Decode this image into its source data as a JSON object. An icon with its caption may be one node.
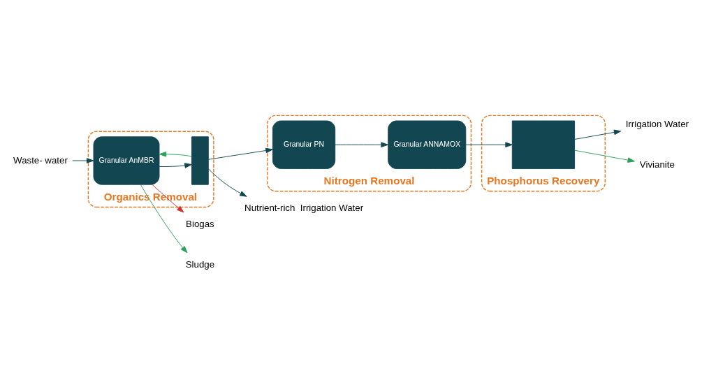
{
  "diagram": {
    "nodes": [
      {
        "text": [
          "Organics Removal"
        ]
      },
      {
        "text": [
          "Granular AnMBR"
        ],
        "in": 0
      },
      {
        "text": [],
        "shape": "box",
        "in": 0
      },
      {
        "text": [
          "Nitrogen Removal"
        ]
      },
      {
        "text": [
          "Granular PN"
        ],
        "in": 3
      },
      {
        "text": [
          "Granular ANNAMOX"
        ],
        "in": 3
      },
      {
        "text": [
          "Phosphorus Recovery"
        ]
      },
      {
        "text": [],
        "shape": "box",
        "in": 6
      },
      {
        "text": [
          "Waste- water"
        ]
      },
      {
        "text": [
          "Biogas"
        ]
      },
      {
        "text": [
          "Irrigation Water"
        ]
      },
      {
        "text": [
          "Vivianite"
        ]
      },
      {
        "text": [
          "Nutrient-rich  Irrigation Water"
        ]
      },
      {
        "text": [
          "Sludge"
        ]
      }
    ],
    "edges": [
      {
        "from": 8,
        "to": 1,
        "arrow": "to"
      },
      {
        "from": 1,
        "to": 2,
        "arrow": "to"
      },
      {
        "from": 2,
        "to": 1,
        "arrow": "to",
        "color": "#2ca05a"
      },
      {
        "from": 2,
        "to": 4,
        "arrow": "to"
      },
      {
        "from": 4,
        "to": 5,
        "arrow": "to"
      },
      {
        "from": 5,
        "to": 7,
        "arrow": "to"
      },
      {
        "from": 7,
        "to": 10,
        "arrow": "to"
      },
      {
        "from": 1,
        "to": 9,
        "arrow": "to",
        "color": "#d0312d"
      },
      {
        "from": 7,
        "to": 11,
        "arrow": "to",
        "color": "#2ca05a"
      },
      {
        "from": 2,
        "to": 12,
        "arrow": "to"
      },
      {
        "from": 1,
        "to": 13,
        "arrow": "to",
        "color": "#2ca05a"
      }
    ]
  }
}
